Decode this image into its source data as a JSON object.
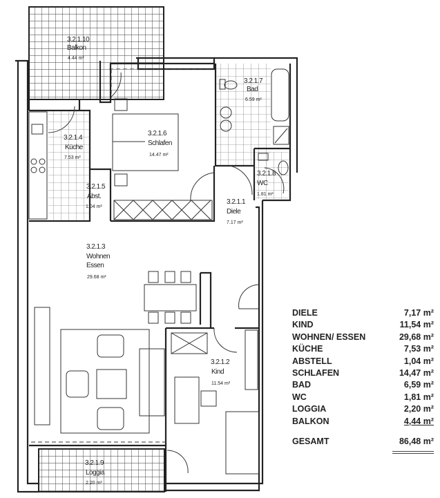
{
  "rooms": {
    "balkon": {
      "id": "3.2.1.10",
      "name": "Balkon",
      "area": "4.44 m²"
    },
    "bad": {
      "id": "3.2.1.7",
      "name": "Bad",
      "area": "6.59 m²"
    },
    "schlafen": {
      "id": "3.2.1.6",
      "name": "Schlafen",
      "area": "14.47 m²"
    },
    "kueche": {
      "id": "3.2.1.4",
      "name": "Küche",
      "area": "7.53 m²"
    },
    "abst": {
      "id": "3.2.1.5",
      "name": "Abst.",
      "area": "1.04 m²"
    },
    "wc": {
      "id": "3.2.1.8",
      "name": "WC",
      "area": "1.81 m²"
    },
    "diele": {
      "id": "3.2.1.1",
      "name": "Diele",
      "area": "7.17 m²"
    },
    "wohnen": {
      "id": "3.2.1.3",
      "name": "Wohnen",
      "name2": "Essen",
      "area": "29.68 m²"
    },
    "kind": {
      "id": "3.2.1.2",
      "name": "Kind",
      "area": "11.54 m²"
    },
    "loggia": {
      "id": "3.2.1.9",
      "name": "Loggia",
      "area": "2.20 m²"
    }
  },
  "summary": {
    "rows": [
      {
        "label": "DIELE",
        "value": "7,17 m²"
      },
      {
        "label": "KIND",
        "value": "11,54 m²"
      },
      {
        "label": "WOHNEN/ ESSEN",
        "value": "29,68 m²"
      },
      {
        "label": "KÜCHE",
        "value": "7,53 m²"
      },
      {
        "label": "ABSTELL",
        "value": "1,04 m²"
      },
      {
        "label": "SCHLAFEN",
        "value": "14,47 m²"
      },
      {
        "label": "BAD",
        "value": "6,59 m²"
      },
      {
        "label": "WC",
        "value": "1,81 m²"
      },
      {
        "label": "LOGGIA",
        "value": "2,20 m²"
      },
      {
        "label": "BALKON",
        "value": "4,44 m²"
      }
    ],
    "total_label": "GESAMT",
    "total_value": "86,48 m²"
  }
}
